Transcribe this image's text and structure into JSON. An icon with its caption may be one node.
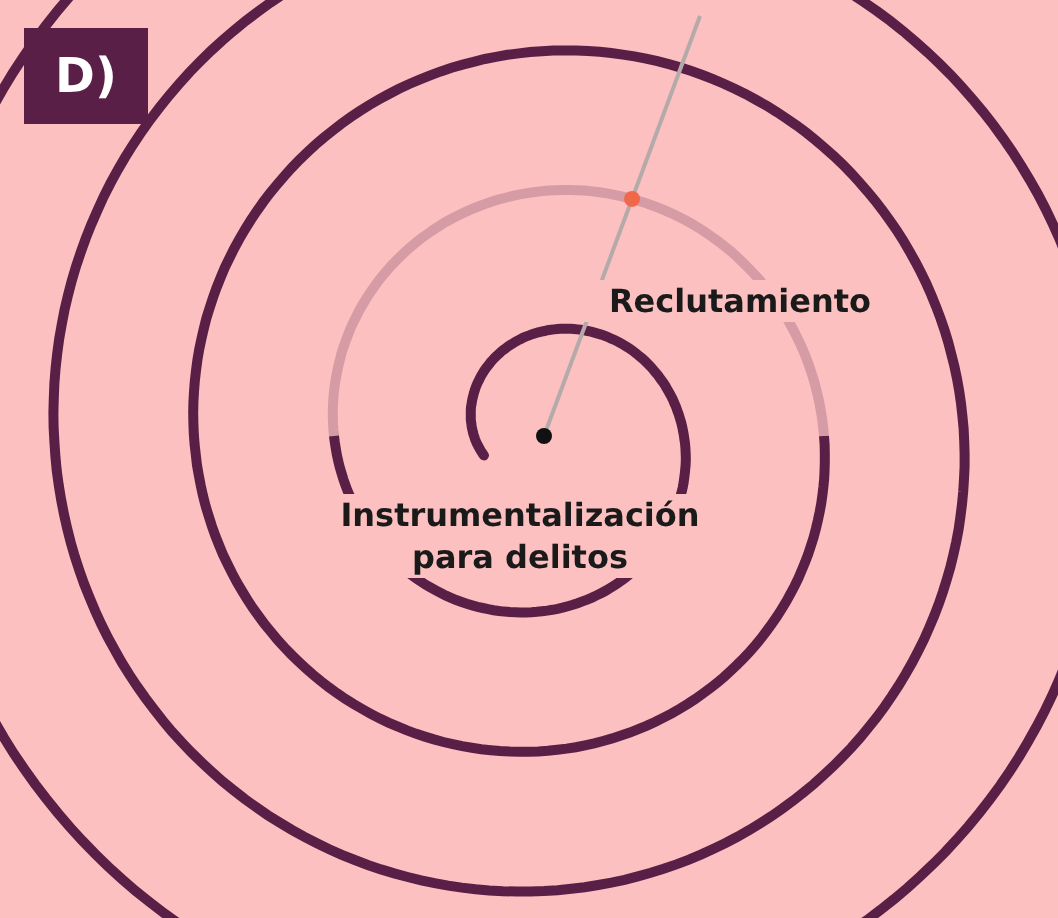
{
  "diagram": {
    "labels": [
      "D)",
      "Reclutamiento",
      "Instrumentalización para delitos"
    ]
  }
}
